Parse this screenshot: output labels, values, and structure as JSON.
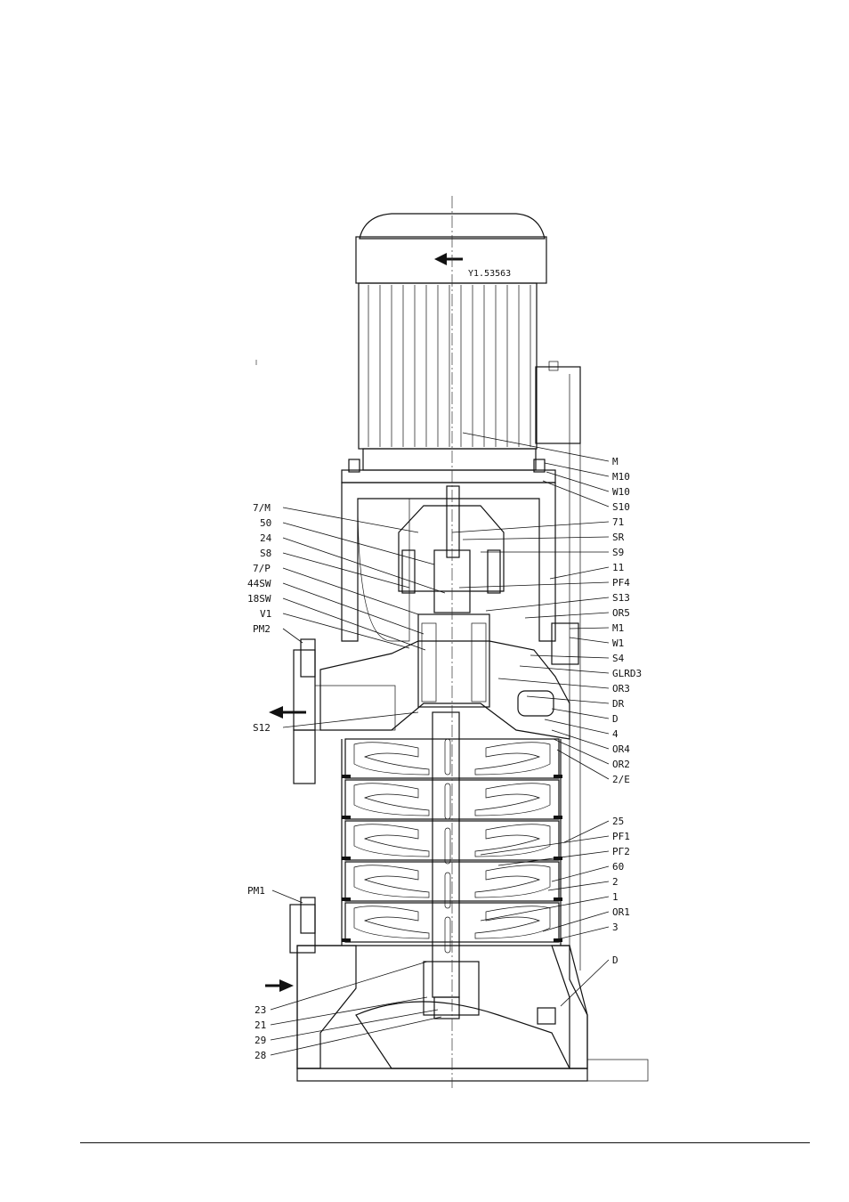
{
  "drawing": {
    "model_code": "Y1.53563",
    "left_labels": [
      "7/M",
      "50",
      "24",
      "S8",
      "7/P",
      "44SW",
      "18SW",
      "V1",
      "PM2",
      "S12",
      "PM1",
      "23",
      "21",
      "29",
      "28"
    ],
    "right_labels": [
      "M",
      "M10",
      "W10",
      "S10",
      "71",
      "SR",
      "S9",
      "11",
      "PF4",
      "S13",
      "OR5",
      "M1",
      "W1",
      "S4",
      "GLRD3",
      "OR3",
      "DR",
      "D",
      "4",
      "OR4",
      "OR2",
      "2/E",
      "25",
      "PF1",
      "PГ2",
      "60",
      "2",
      "1",
      "OR1",
      "3",
      "D"
    ]
  }
}
